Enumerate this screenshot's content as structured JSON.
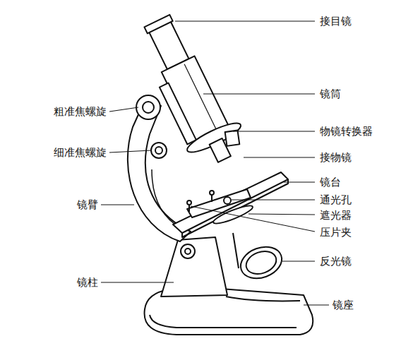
{
  "diagram": {
    "labels": [
      "接目镜",
      "镜筒",
      "粗准焦螺旋",
      "物镜转换器",
      "细准焦螺旋",
      "接物镜",
      "镜台",
      "通光孔",
      "镜臂",
      "遮光器",
      "压片夹",
      "反光镜",
      "镜柱",
      "镜座"
    ]
  }
}
